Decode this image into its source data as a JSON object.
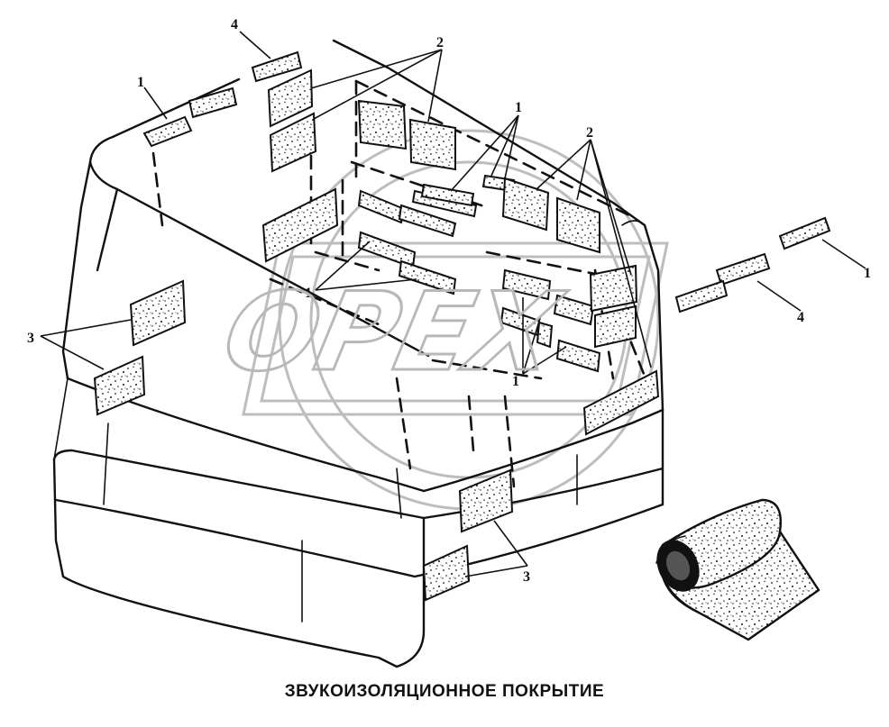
{
  "caption": "ЗВУКОИЗОЛЯЦИОННОЕ ПОКРЫТИЕ",
  "watermark": "OPEX",
  "callouts": {
    "c1_topleft": "1",
    "c4_top": "4",
    "c2_top": "2",
    "c1_center_top": "1",
    "c2_right": "2",
    "c1_far_right": "1",
    "c4_right": "4",
    "c1_center": "1",
    "c3_left": "3",
    "c1_bottom": "1",
    "c3_bottom": "3"
  }
}
